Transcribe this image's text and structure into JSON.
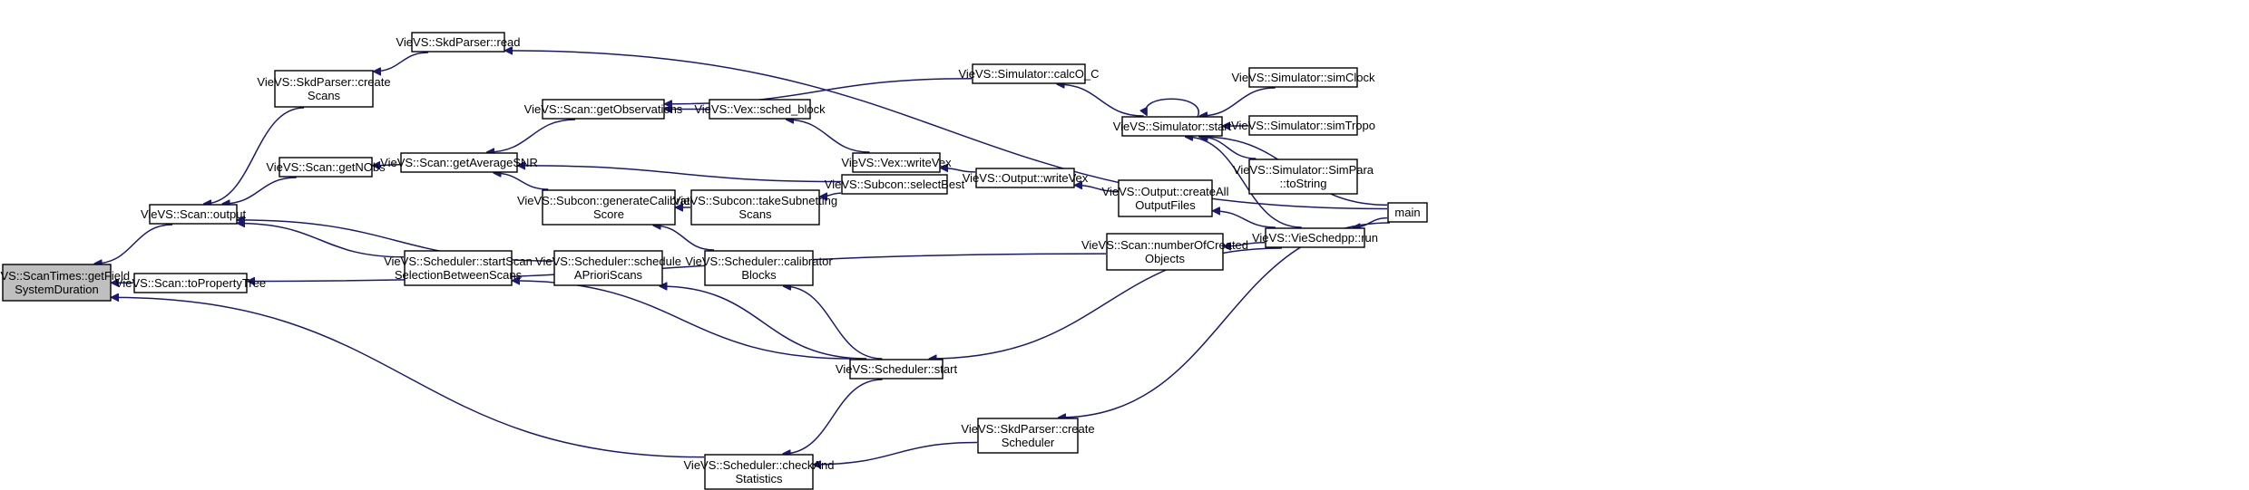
{
  "graph": {
    "nodes": {
      "getFieldSystemDuration": {
        "lines": [
          "VieVS::ScanTimes::getField",
          "SystemDuration"
        ]
      },
      "scanOutput": {
        "lines": [
          "VieVS::Scan::output"
        ]
      },
      "scanToPropertyTree": {
        "lines": [
          "VieVS::Scan::toPropertyTree"
        ]
      },
      "checkAndStatistics": {
        "lines": [
          "VieVS::Scheduler::checkAnd",
          "Statistics"
        ]
      },
      "skdParserCreateScans": {
        "lines": [
          "VieVS::SkdParser::create",
          "Scans"
        ]
      },
      "scanGetNObs": {
        "lines": [
          "VieVS::Scan::getNObs"
        ]
      },
      "startScanSelection": {
        "lines": [
          "VieVS::Scheduler::startScan",
          "SelectionBetweenScans"
        ]
      },
      "scheduleAPrioriScans": {
        "lines": [
          "VieVS::Scheduler::schedule",
          "APrioriScans"
        ]
      },
      "skdParserRead": {
        "lines": [
          "VieVS::SkdParser::read"
        ]
      },
      "scanGetAverageSNR": {
        "lines": [
          "VieVS::Scan::getAverageSNR"
        ]
      },
      "scanGetObservations": {
        "lines": [
          "VieVS::Scan::getObservations"
        ]
      },
      "subconGenerateCalibratorScore": {
        "lines": [
          "VieVS::Subcon::generateCalibrator",
          "Score"
        ]
      },
      "schedulerCalibratorBlocks": {
        "lines": [
          "VieVS::Scheduler::calibrator",
          "Blocks"
        ]
      },
      "schedulerStart": {
        "lines": [
          "VieVS::Scheduler::start"
        ]
      },
      "vexSchedBlock": {
        "lines": [
          "VieVS::Vex::sched_block"
        ]
      },
      "subconTakeSubnettingScans": {
        "lines": [
          "VieVS::Subcon::takeSubnetting",
          "Scans"
        ]
      },
      "vexWriteVex": {
        "lines": [
          "VieVS::Vex::writeVex"
        ]
      },
      "subconSelectBest": {
        "lines": [
          "VieVS::Subcon::selectBest"
        ]
      },
      "skdParserCreateScheduler": {
        "lines": [
          "VieVS::SkdParser::create",
          "Scheduler"
        ]
      },
      "simulatorCalcOC": {
        "lines": [
          "VieVS::Simulator::calcO_C"
        ]
      },
      "outputWriteVex": {
        "lines": [
          "VieVS::Output::writeVex"
        ]
      },
      "outputCreateAllOutputFiles": {
        "lines": [
          "VieVS::Output::createAll",
          "OutputFiles"
        ]
      },
      "scanNumberOfCreatedObjects": {
        "lines": [
          "VieVS::Scan::numberOfCreated",
          "Objects"
        ]
      },
      "simulatorStart": {
        "lines": [
          "VieVS::Simulator::start"
        ]
      },
      "vieSchedppRun": {
        "lines": [
          "VieVS::VieSchedpp::run"
        ]
      },
      "simulatorSimClock": {
        "lines": [
          "VieVS::Simulator::simClock"
        ]
      },
      "simulatorSimTropo": {
        "lines": [
          "VieVS::Simulator::simTropo"
        ]
      },
      "simulatorSimParaToString": {
        "lines": [
          "VieVS::Simulator::SimPara",
          "::toString"
        ]
      },
      "main": {
        "lines": [
          "main"
        ]
      }
    },
    "edges": [
      [
        "scanOutput",
        "getFieldSystemDuration"
      ],
      [
        "scanToPropertyTree",
        "getFieldSystemDuration"
      ],
      [
        "checkAndStatistics",
        "getFieldSystemDuration"
      ],
      [
        "skdParserCreateScans",
        "scanOutput"
      ],
      [
        "scanGetNObs",
        "scanOutput"
      ],
      [
        "startScanSelection",
        "scanOutput"
      ],
      [
        "scheduleAPrioriScans",
        "scanOutput"
      ],
      [
        "skdParserRead",
        "skdParserCreateScans"
      ],
      [
        "scanGetAverageSNR",
        "scanGetNObs"
      ],
      [
        "scanGetObservations",
        "scanGetAverageSNR"
      ],
      [
        "subconGenerateCalibratorScore",
        "scanGetAverageSNR"
      ],
      [
        "subconSelectBest",
        "scanGetAverageSNR"
      ],
      [
        "vexSchedBlock",
        "scanGetObservations"
      ],
      [
        "simulatorCalcOC",
        "scanGetObservations"
      ],
      [
        "subconTakeSubnettingScans",
        "subconGenerateCalibratorScore"
      ],
      [
        "schedulerCalibratorBlocks",
        "subconGenerateCalibratorScore"
      ],
      [
        "subconSelectBest",
        "subconTakeSubnettingScans"
      ],
      [
        "vexWriteVex",
        "vexSchedBlock"
      ],
      [
        "outputWriteVex",
        "vexWriteVex"
      ],
      [
        "outputCreateAllOutputFiles",
        "outputWriteVex"
      ],
      [
        "vieSchedppRun",
        "outputCreateAllOutputFiles"
      ],
      [
        "simulatorStart",
        "simulatorCalcOC"
      ],
      [
        "simulatorStart",
        "simulatorStart"
      ],
      [
        "simulatorSimClock",
        "simulatorStart"
      ],
      [
        "simulatorSimTropo",
        "simulatorStart"
      ],
      [
        "simulatorSimParaToString",
        "simulatorStart"
      ],
      [
        "vieSchedppRun",
        "simulatorStart"
      ],
      [
        "main",
        "simulatorStart"
      ],
      [
        "schedulerStart",
        "startScanSelection"
      ],
      [
        "schedulerStart",
        "scheduleAPrioriScans"
      ],
      [
        "schedulerStart",
        "schedulerCalibratorBlocks"
      ],
      [
        "vieSchedppRun",
        "schedulerStart"
      ],
      [
        "scanNumberOfCreatedObjects",
        "scanToPropertyTree"
      ],
      [
        "vieSchedppRun",
        "scanNumberOfCreatedObjects"
      ],
      [
        "main",
        "vieSchedppRun"
      ],
      [
        "main",
        "skdParserRead"
      ],
      [
        "schedulerStart",
        "checkAndStatistics"
      ],
      [
        "skdParserCreateScheduler",
        "checkAndStatistics"
      ],
      [
        "main",
        "skdParserCreateScheduler"
      ]
    ]
  }
}
